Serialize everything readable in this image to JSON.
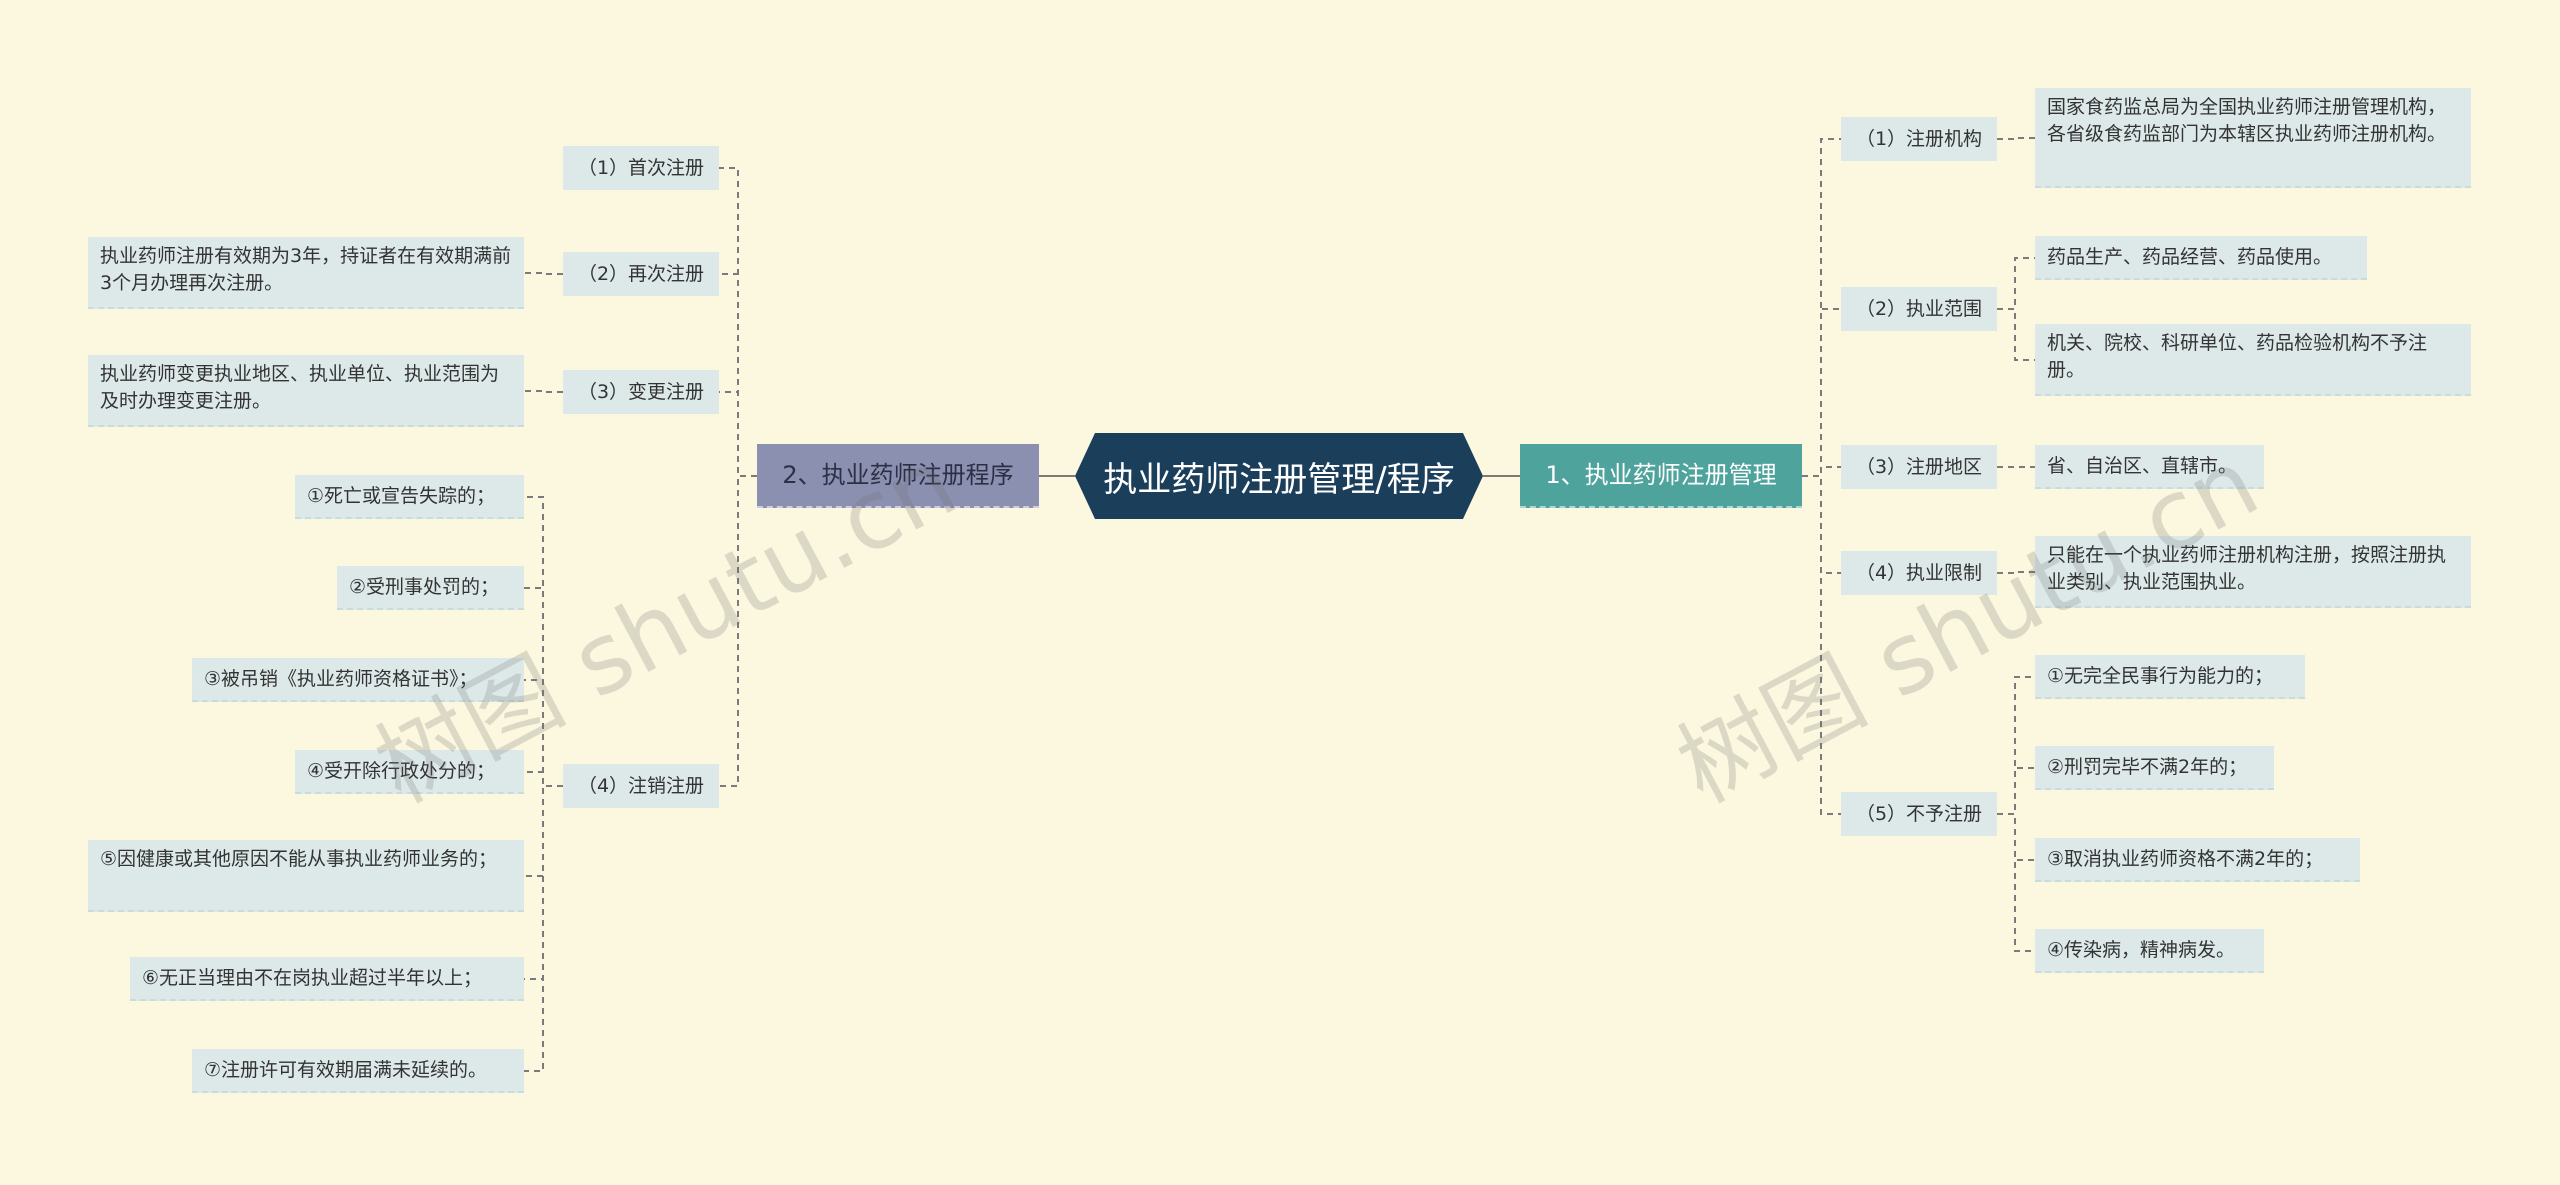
{
  "root": {
    "label": "执业药师注册管理/程序"
  },
  "branches": {
    "left": {
      "label": "2、执业药师注册程序"
    },
    "right": {
      "label": "1、执业药师注册管理"
    }
  },
  "left_items": [
    {
      "label": "（1）首次注册"
    },
    {
      "label": "（2）再次注册",
      "detail": "执业药师注册有效期为3年，持证者在有效期满前3个月办理再次注册。"
    },
    {
      "label": "（3）变更注册",
      "detail": "执业药师变更执业地区、执业单位、执业范围为及时办理变更注册。"
    },
    {
      "label": "（4）注销注册",
      "details": [
        "①死亡或宣告失踪的；",
        "②受刑事处罚的；",
        "③被吊销《执业药师资格证书》；",
        "④受开除行政处分的；",
        "⑤因健康或其他原因不能从事执业药师业务的；",
        "⑥无正当理由不在岗执业超过半年以上；",
        "⑦注册许可有效期届满未延续的。"
      ]
    }
  ],
  "right_items": [
    {
      "label": "（1）注册机构",
      "details": [
        "国家食药监总局为全国执业药师注册管理机构，各省级食药监部门为本辖区执业药师注册机构。"
      ]
    },
    {
      "label": "（2）执业范围",
      "details": [
        "药品生产、药品经营、药品使用。",
        "机关、院校、科研单位、药品检验机构不予注册。"
      ]
    },
    {
      "label": "（3）注册地区",
      "details": [
        "省、自治区、直辖市。"
      ]
    },
    {
      "label": "（4）执业限制",
      "details": [
        "只能在一个执业药师注册机构注册，按照注册执业类别、执业范围执业。"
      ]
    },
    {
      "label": "（5）不予注册",
      "details": [
        "①无完全民事行为能力的；",
        "②刑罚完毕不满2年的；",
        "③取消执业药师资格不满2年的；",
        "④传染病，精神病发。"
      ]
    }
  ],
  "watermarks": [
    "树图 shutu.cn",
    "树图 shutu.cn"
  ],
  "colors": {
    "background": "#fcf7df",
    "root": "#1b3e5b",
    "branch_left": "#8b90b0",
    "branch_right": "#4fa39d",
    "node": "#dde9e9",
    "connector": "#7a7a7a"
  }
}
